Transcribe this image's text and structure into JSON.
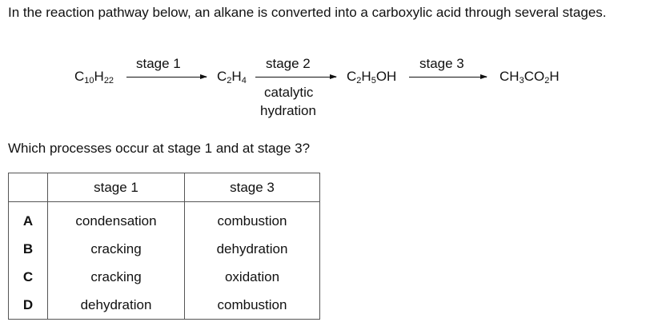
{
  "intro_text": "In the reaction pathway below, an alkane is converted into a carboxylic acid through several stages.",
  "scheme": {
    "compounds": [
      {
        "parts": [
          "C",
          "10",
          "H",
          "22"
        ]
      },
      {
        "parts": [
          "C",
          "2",
          "H",
          "4"
        ]
      },
      {
        "parts": [
          "C",
          "2",
          "H",
          "5",
          "OH"
        ]
      },
      {
        "parts": [
          "CH",
          "3",
          "CO",
          "2",
          "H"
        ]
      }
    ],
    "stage1_label": "stage 1",
    "stage2_label": "stage 2",
    "stage2_condition_line1": "catalytic",
    "stage2_condition_line2": "hydration",
    "stage3_label": "stage 3"
  },
  "question_text": "Which processes occur at stage 1 and at stage 3?",
  "table": {
    "headers": [
      "",
      "stage 1",
      "stage 3"
    ],
    "rows": [
      {
        "letter": "A",
        "stage1": "condensation",
        "stage3": "combustion"
      },
      {
        "letter": "B",
        "stage1": "cracking",
        "stage3": "dehydration"
      },
      {
        "letter": "C",
        "stage1": "cracking",
        "stage3": "oxidation"
      },
      {
        "letter": "D",
        "stage1": "dehydration",
        "stage3": "combustion"
      }
    ]
  }
}
